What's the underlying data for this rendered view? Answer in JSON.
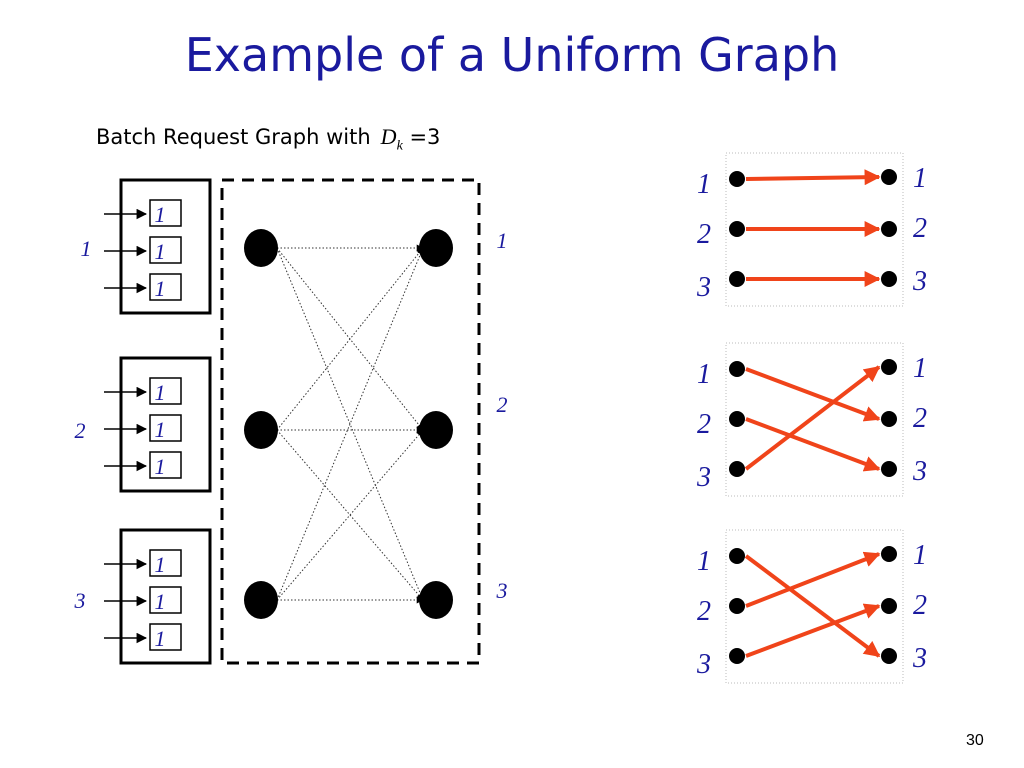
{
  "title": "Example of a Uniform Graph",
  "subtitle": {
    "prefix": "Batch Request Graph with",
    "symbol": "D",
    "symbol_sub": "k",
    "suffix": " =3"
  },
  "page_number": "30",
  "batch": {
    "groups": [
      {
        "label": "1",
        "cells": [
          "1",
          "1",
          "1"
        ]
      },
      {
        "label": "2",
        "cells": [
          "1",
          "1",
          "1"
        ]
      },
      {
        "label": "3",
        "cells": [
          "1",
          "1",
          "1"
        ]
      }
    ],
    "right_labels": [
      "1",
      "2",
      "3"
    ],
    "edges": [
      [
        0,
        0
      ],
      [
        0,
        1
      ],
      [
        0,
        2
      ],
      [
        1,
        0
      ],
      [
        1,
        1
      ],
      [
        1,
        2
      ],
      [
        2,
        0
      ],
      [
        2,
        1
      ],
      [
        2,
        2
      ]
    ]
  },
  "matchings": [
    {
      "left": [
        "1",
        "2",
        "3"
      ],
      "right": [
        "1",
        "2",
        "3"
      ],
      "edges": [
        [
          0,
          0
        ],
        [
          1,
          1
        ],
        [
          2,
          2
        ]
      ]
    },
    {
      "left": [
        "1",
        "2",
        "3"
      ],
      "right": [
        "1",
        "2",
        "3"
      ],
      "edges": [
        [
          0,
          1
        ],
        [
          1,
          2
        ],
        [
          2,
          0
        ]
      ]
    },
    {
      "left": [
        "1",
        "2",
        "3"
      ],
      "right": [
        "1",
        "2",
        "3"
      ],
      "edges": [
        [
          0,
          2
        ],
        [
          1,
          0
        ],
        [
          2,
          1
        ]
      ]
    }
  ],
  "colors": {
    "title": "#1a1a9e",
    "matching_edge": "#f0441a",
    "italic_labels": "#1a1a9e",
    "node": "#000000"
  }
}
